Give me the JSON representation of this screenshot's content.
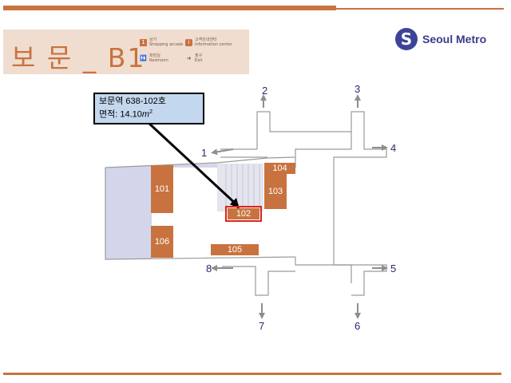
{
  "header": {
    "station_title": "보 문 _ B1",
    "legend": [
      {
        "icon": "shopping-arcade-icon",
        "glyph": "1",
        "label_ko": "상가",
        "label_en": "Shopping arcade"
      },
      {
        "icon": "information-center-icon",
        "glyph": "i",
        "label_ko": "고객안내센터",
        "label_en": "Information center"
      },
      {
        "icon": "restroom-icon",
        "glyph": "🚻",
        "label_ko": "화장실",
        "label_en": "Restroom"
      },
      {
        "icon": "exit-arrow-icon",
        "glyph": "➜",
        "label_ko": "출구",
        "label_en": "Exit"
      }
    ]
  },
  "brand": {
    "logo_glyph": "S",
    "name": "Seoul Metro"
  },
  "callout": {
    "line1": "보문역 638-102호",
    "line2_prefix": "면적: 14.10",
    "unit": "m",
    "unit_sup": "2"
  },
  "shops": {
    "s101": "101",
    "s102": "102",
    "s103": "103",
    "s104": "104",
    "s105": "105",
    "s106": "106"
  },
  "exits": {
    "e1": "1",
    "e2": "2",
    "e3": "3",
    "e4": "4",
    "e5": "5",
    "e6": "6",
    "e7": "7",
    "e8": "8"
  },
  "colors": {
    "accent": "#c8733f",
    "concourse": "#d3d6ea",
    "highlight": "#e2231a",
    "exit_arrow": "#8e8e8e",
    "brand": "#3d4497",
    "callout_bg": "#c3d7ee"
  }
}
